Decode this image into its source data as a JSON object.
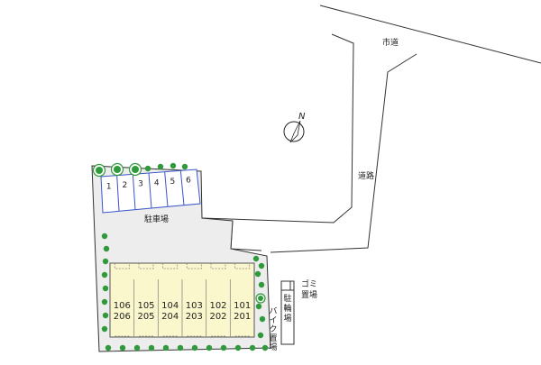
{
  "labels": {
    "city_road": "市道",
    "road": "道路",
    "parking": "駐車場",
    "garbage": "ゴミ置場",
    "bicycle": "駐輪場",
    "bike": "バイク置場",
    "north": "N"
  },
  "parking_slots": [
    "1",
    "2",
    "3",
    "4",
    "5",
    "6"
  ],
  "rooms": [
    {
      "upper": "106",
      "lower": "206"
    },
    {
      "upper": "105",
      "lower": "205"
    },
    {
      "upper": "104",
      "lower": "204"
    },
    {
      "upper": "103",
      "lower": "203"
    },
    {
      "upper": "102",
      "lower": "202"
    },
    {
      "upper": "101",
      "lower": "201"
    }
  ],
  "colors": {
    "lot": "#ededed",
    "building": "#fbf7cc",
    "parking_line": "#3a55c8",
    "tree": "#2f9a3a",
    "outline": "#333333"
  }
}
